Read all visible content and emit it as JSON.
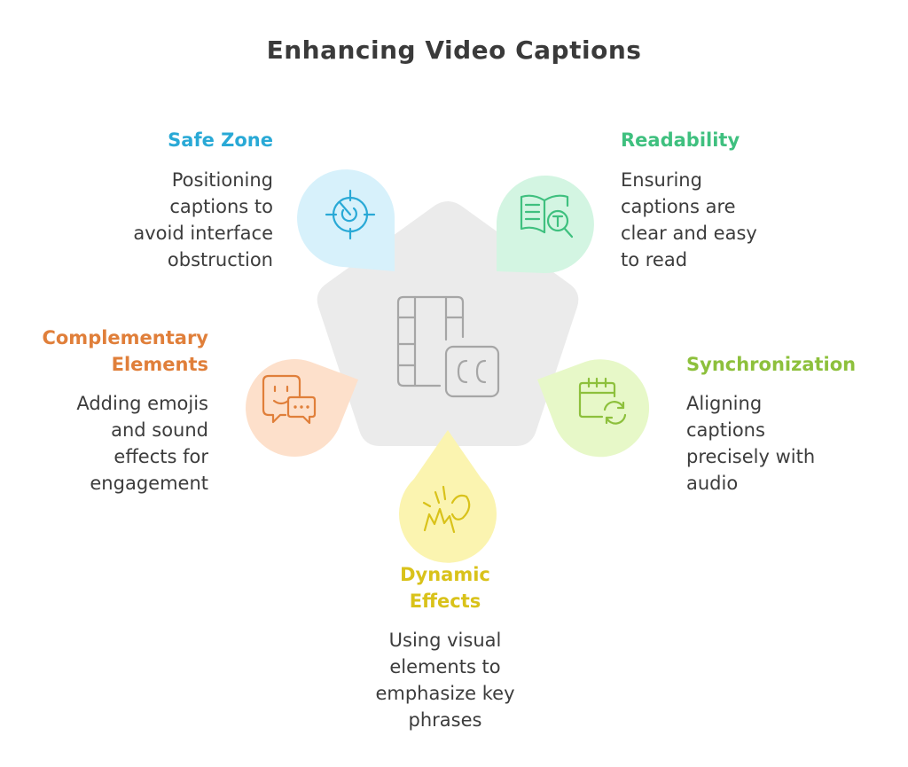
{
  "title": "Enhancing Video Captions",
  "center": {
    "icon": "film-captions-icon"
  },
  "items": [
    {
      "label_lines": [
        "Safe Zone"
      ],
      "desc_lines": [
        "Positioning",
        "captions to",
        "avoid interface",
        "obstruction"
      ],
      "color": "#29a9d6",
      "fill": "#d7f1fb",
      "icon": "target-icon"
    },
    {
      "label_lines": [
        "Readability"
      ],
      "desc_lines": [
        "Ensuring",
        "captions are",
        "clear and easy",
        "to read"
      ],
      "color": "#3fc07f",
      "fill": "#d3f5e2",
      "icon": "book-text-search-icon"
    },
    {
      "label_lines": [
        "Synchronization"
      ],
      "desc_lines": [
        "Aligning",
        "captions",
        "precisely with",
        "audio"
      ],
      "color": "#8dc03c",
      "fill": "#e7f8c8",
      "icon": "calendar-sync-icon"
    },
    {
      "label_lines": [
        "Dynamic",
        "Effects"
      ],
      "desc_lines": [
        "Using visual",
        "elements to",
        "emphasize key",
        "phrases"
      ],
      "color": "#d9c21a",
      "fill": "#fbf4b0",
      "icon": "burst-effect-icon"
    },
    {
      "label_lines": [
        "Complementary",
        "Elements"
      ],
      "desc_lines": [
        "Adding emojis",
        "and sound",
        "effects for",
        "engagement"
      ],
      "color": "#e07f3a",
      "fill": "#fde0cb",
      "icon": "chat-emoji-icon"
    }
  ]
}
